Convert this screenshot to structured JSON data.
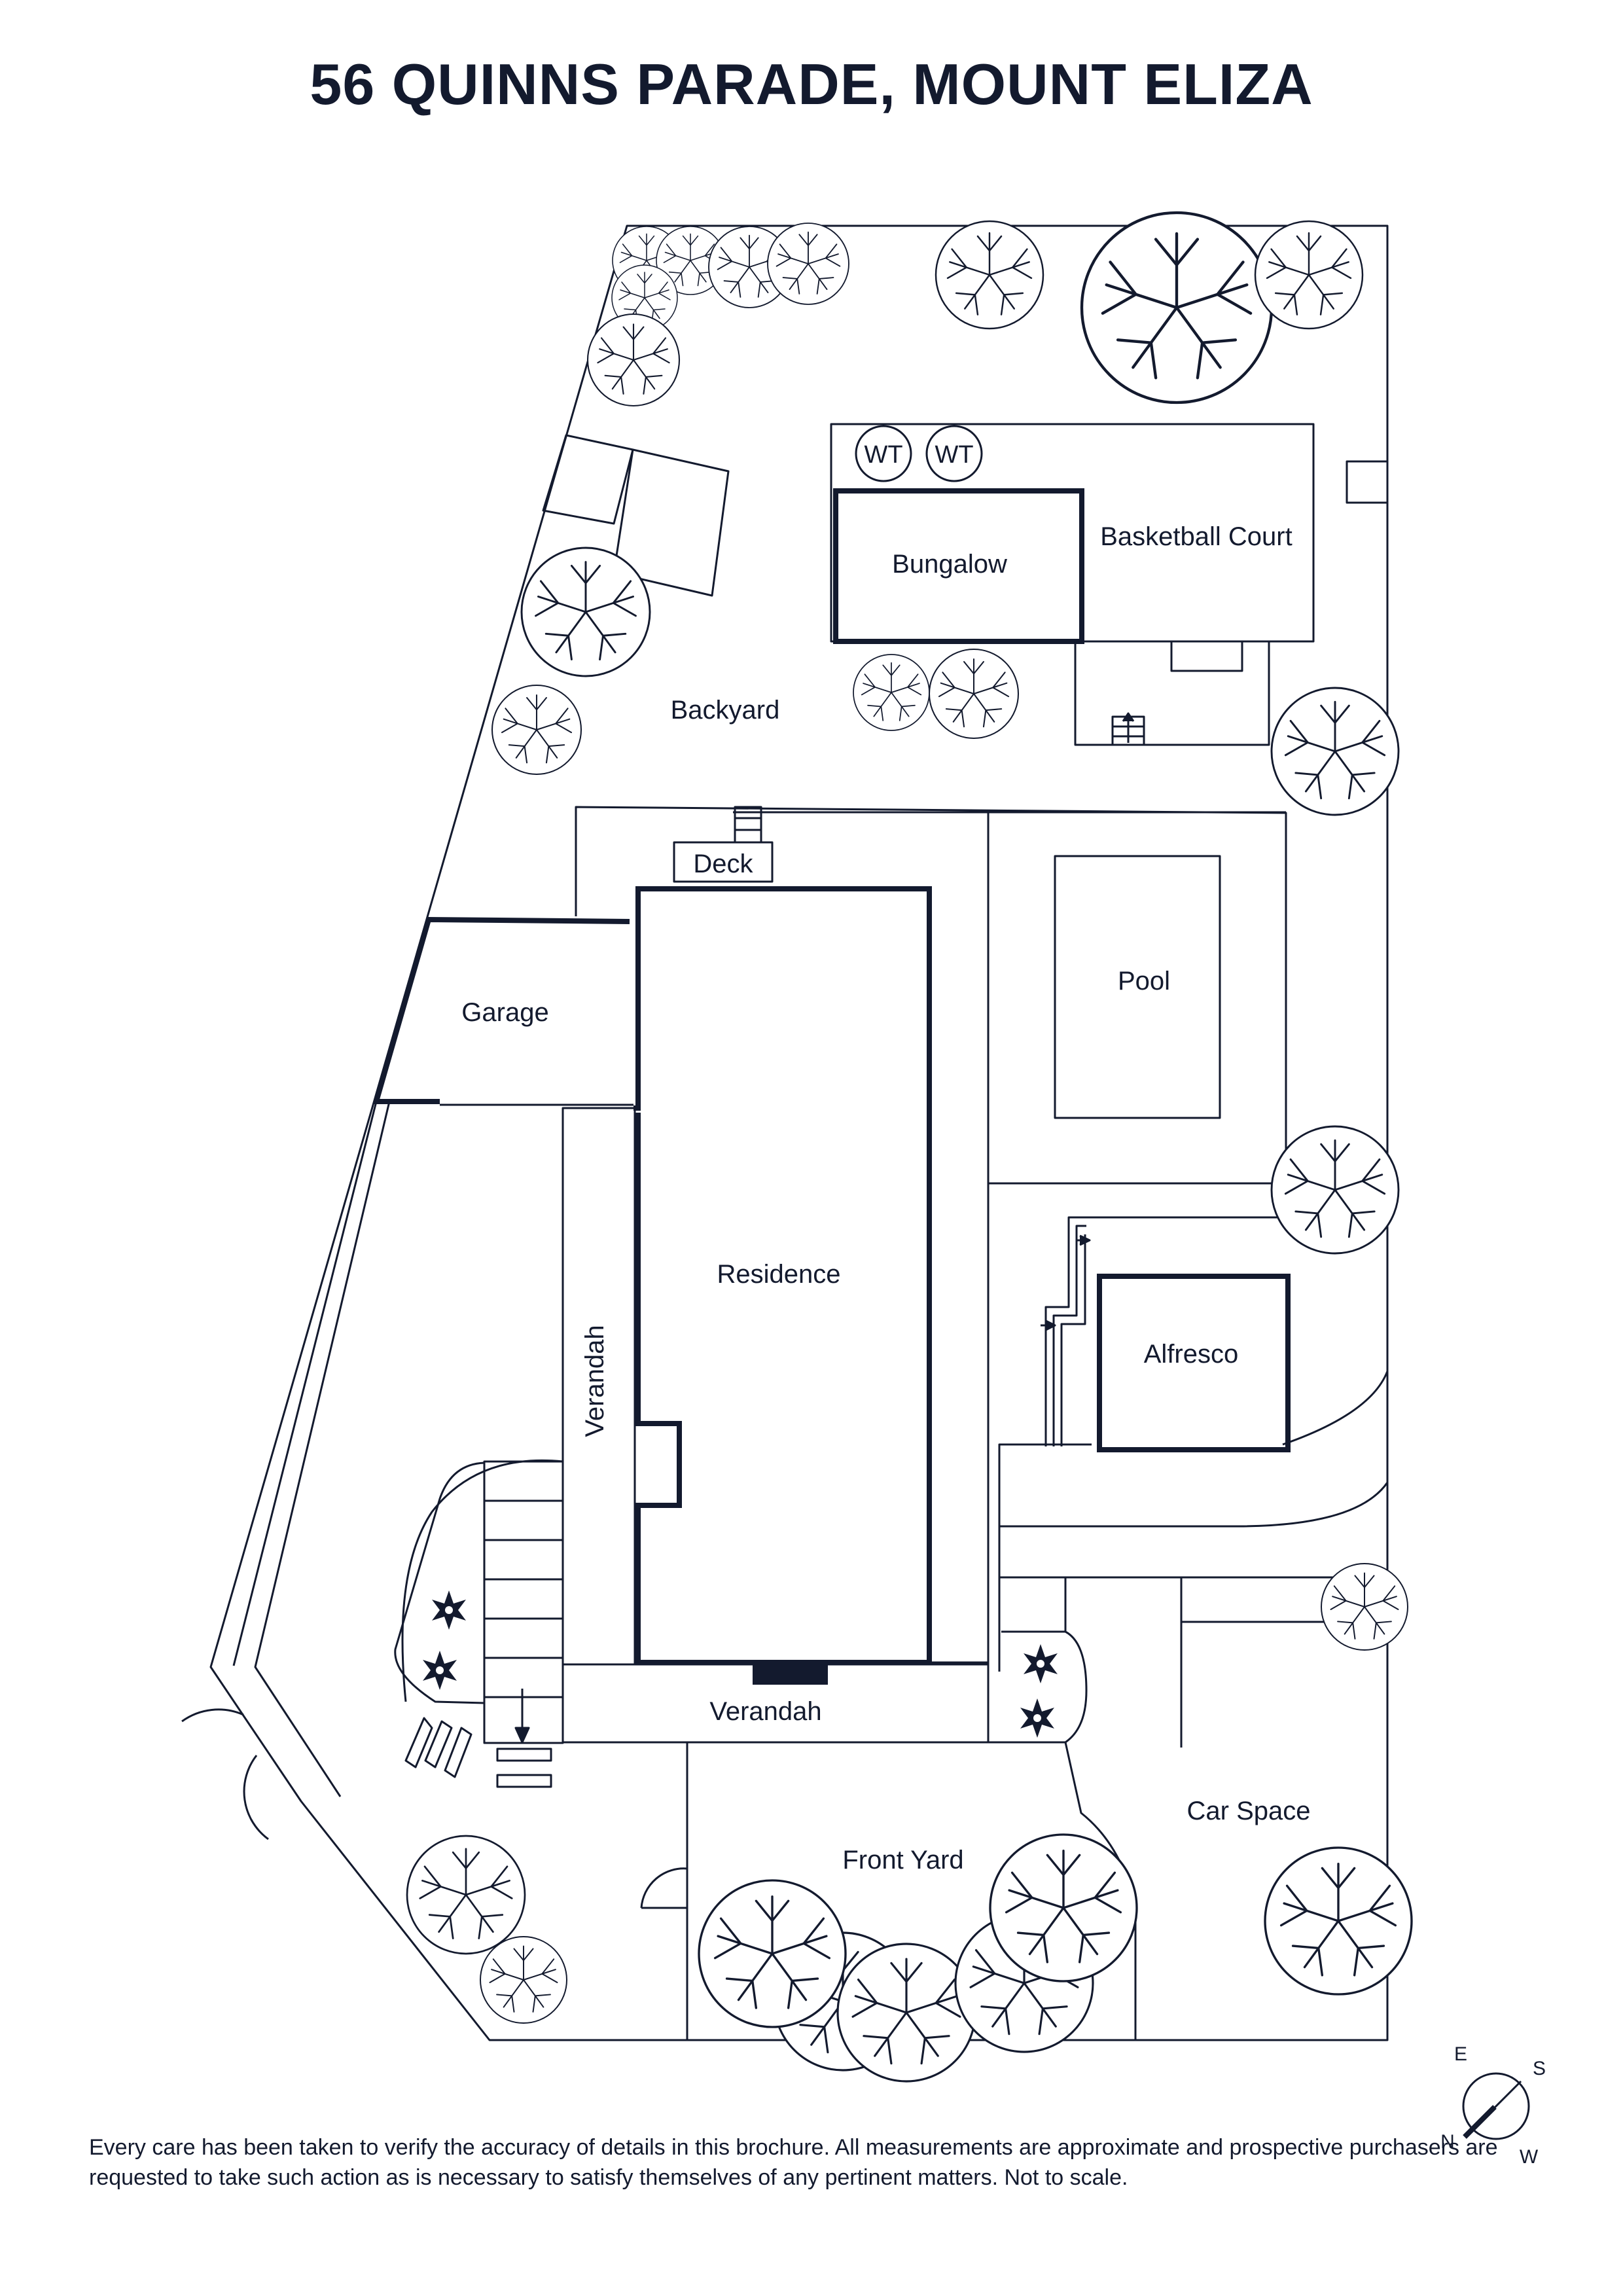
{
  "title": "56 QUINNS PARADE, MOUNT ELIZA",
  "labels": {
    "basketball_court": "Basketball Court",
    "bungalow": "Bungalow",
    "water_tank_1": "WT",
    "water_tank_2": "WT",
    "backyard": "Backyard",
    "deck": "Deck",
    "pool": "Pool",
    "garage": "Garage",
    "residence": "Residence",
    "verandah_side": "Verandah",
    "verandah_front": "Verandah",
    "alfresco": "Alfresco",
    "car_space": "Car Space",
    "front_yard": "Front Yard"
  },
  "compass": {
    "e": "E",
    "s": "S",
    "n": "N",
    "w": "W"
  },
  "disclaimer": "Every care has been taken to verify the accuracy of details in this brochure. All measurements are approximate and prospective purchasers are requested to take such action as is necessary to satisfy themselves of any pertinent matters. Not to scale.",
  "colors": {
    "ink": "#131a2e",
    "background": "#ffffff"
  }
}
